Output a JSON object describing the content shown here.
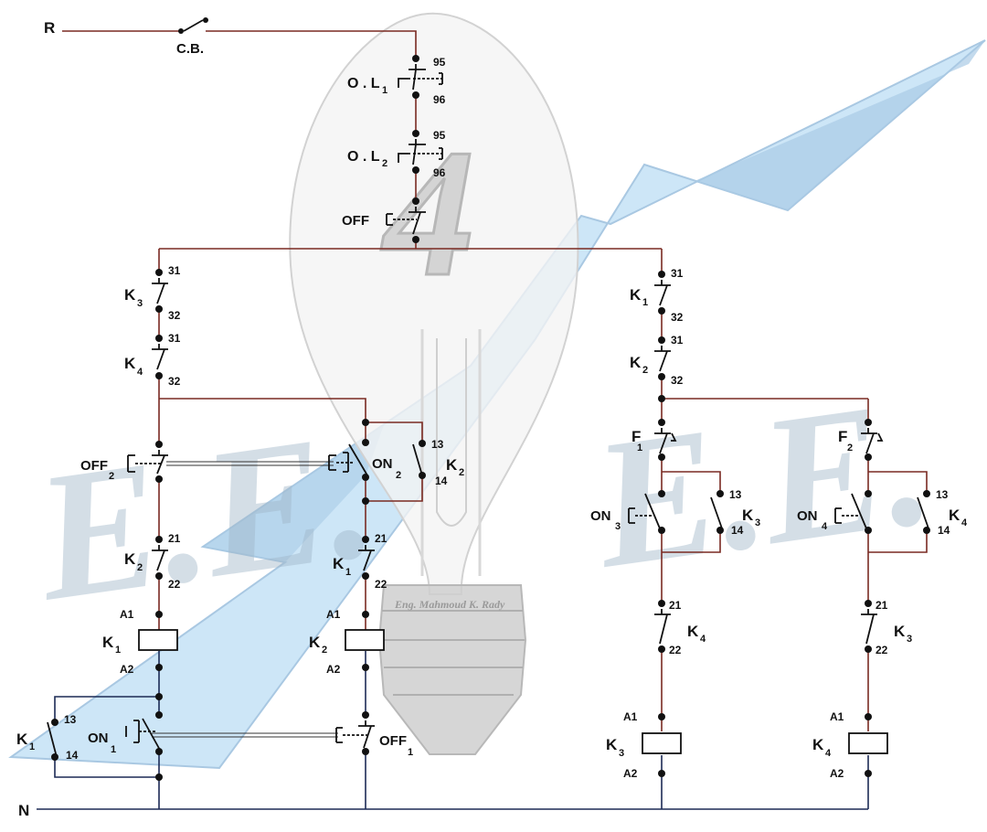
{
  "colors": {
    "phase_wire": "#7a2a22",
    "neutral_wire": "#1c2a55",
    "contact_ink": "#111111",
    "bulb_glass": "#f2f2f2",
    "bulb_base": "#c8c8c8",
    "bolt_light": "#dbeefb",
    "bolt_dark": "#8fb6d8",
    "watermark": "#9fb6c8",
    "seal_gray": "#b5b5b5"
  },
  "supply": {
    "phase": "R",
    "neutral": "N",
    "breaker": "C.B."
  },
  "overloads": [
    {
      "name": "O . L",
      "sub": "1",
      "top": "95",
      "bottom": "96"
    },
    {
      "name": "O . L",
      "sub": "2",
      "top": "95",
      "bottom": "96"
    }
  ],
  "main_off": "OFF",
  "branch_k1": {
    "il_k3": {
      "name": "K",
      "sub": "3",
      "top": "31",
      "bottom": "32"
    },
    "il_k4": {
      "name": "K",
      "sub": "4",
      "top": "31",
      "bottom": "32"
    },
    "stop": {
      "name": "OFF",
      "sub": "2"
    },
    "il_k2": {
      "name": "K",
      "sub": "2",
      "top": "21",
      "bottom": "22"
    },
    "coil": {
      "name": "K",
      "sub": "1",
      "a1": "A1",
      "a2": "A2"
    },
    "start": {
      "name": "ON",
      "sub": "1"
    },
    "hold": {
      "name": "K",
      "sub": "1",
      "top": "13",
      "bottom": "14"
    }
  },
  "branch_k2": {
    "start": {
      "name": "ON",
      "sub": "2"
    },
    "hold": {
      "name": "K",
      "sub": "2",
      "top": "13",
      "bottom": "14"
    },
    "il_k1": {
      "name": "K",
      "sub": "1",
      "top": "21",
      "bottom": "22"
    },
    "coil": {
      "name": "K",
      "sub": "2",
      "a1": "A1",
      "a2": "A2"
    },
    "stop": {
      "name": "OFF",
      "sub": "1"
    }
  },
  "branch_right": {
    "il_k1": {
      "name": "K",
      "sub": "1",
      "top": "31",
      "bottom": "32"
    },
    "il_k2": {
      "name": "K",
      "sub": "2",
      "top": "31",
      "bottom": "32"
    }
  },
  "branch_k3": {
    "limit": {
      "name": "F",
      "sub": "1"
    },
    "start": {
      "name": "ON",
      "sub": "3"
    },
    "hold": {
      "name": "K",
      "sub": "3",
      "top": "13",
      "bottom": "14"
    },
    "il_k4": {
      "name": "K",
      "sub": "4",
      "top": "21",
      "bottom": "22"
    },
    "coil": {
      "name": "K",
      "sub": "3",
      "a1": "A1",
      "a2": "A2"
    }
  },
  "branch_k4": {
    "limit": {
      "name": "F",
      "sub": "2"
    },
    "start": {
      "name": "ON",
      "sub": "4"
    },
    "hold": {
      "name": "K",
      "sub": "4",
      "top": "13",
      "bottom": "14"
    },
    "il_k3": {
      "name": "K",
      "sub": "3",
      "top": "21",
      "bottom": "22"
    },
    "coil": {
      "name": "K",
      "sub": "4",
      "a1": "A1",
      "a2": "A2"
    }
  },
  "watermark": {
    "left": "E.E.",
    "right": "E.E.",
    "number": "4",
    "signature": "Eng. Mahmoud K. Rady"
  }
}
